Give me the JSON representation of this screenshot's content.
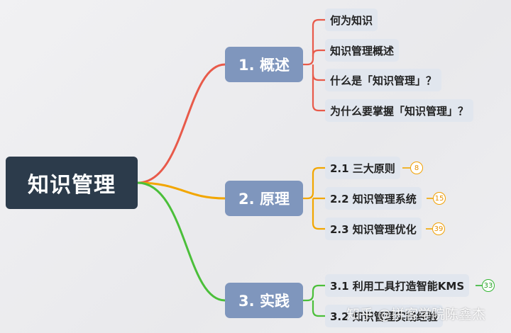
{
  "root": {
    "label": "知识管理"
  },
  "branches": [
    {
      "label": "1. 概述",
      "color": "#e85a4a",
      "children": [
        {
          "label": "何为知识"
        },
        {
          "label": "知识管理概述"
        },
        {
          "label": "什么是「知识管理」？"
        },
        {
          "label": "为什么要掌握「知识管理」？"
        }
      ]
    },
    {
      "label": "2. 原理",
      "color": "#f2a600",
      "children": [
        {
          "label": "2.1 三大原则",
          "badge": "8"
        },
        {
          "label": "2.2 知识管理系统",
          "badge": "15"
        },
        {
          "label": "2.3 知识管理优化",
          "badge": "39"
        }
      ]
    },
    {
      "label": "3. 实践",
      "color": "#4bbf3a",
      "children": [
        {
          "label": "3.1 利用工具打造智能KMS",
          "badge": "33"
        },
        {
          "label": "3.2 知识管理实践经验"
        }
      ]
    }
  ],
  "watermark": "知乎 @拼客学院陈鑫杰"
}
